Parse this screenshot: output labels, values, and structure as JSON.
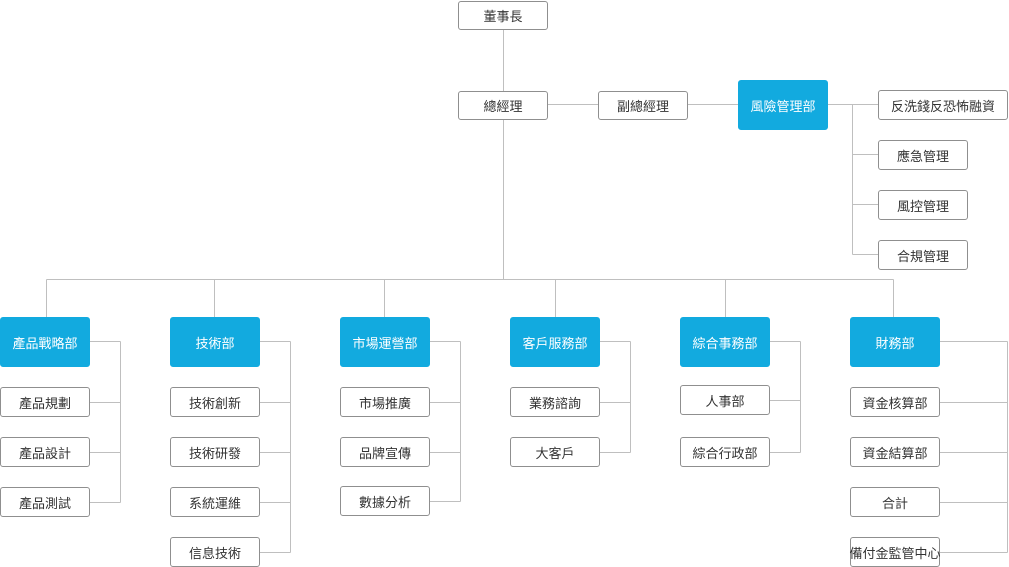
{
  "colors": {
    "accent": "#12aadf",
    "line": "#bfbfbf",
    "border": "#8f8f8f"
  },
  "top": {
    "chairman": "董事長",
    "gm": "總經理",
    "deputy_gm": "副總經理",
    "risk_dept": "風險管理部",
    "risk_items": [
      "反洗錢反恐怖融資",
      "應急管理",
      "風控管理",
      "合規管理"
    ]
  },
  "departments": [
    {
      "name": "產品戰略部",
      "items": [
        "產品規劃",
        "產品設計",
        "產品測試"
      ]
    },
    {
      "name": "技術部",
      "items": [
        "技術創新",
        "技術研發",
        "系統運維",
        "信息技術"
      ]
    },
    {
      "name": "市場運營部",
      "items": [
        "市場推廣",
        "品牌宣傳",
        "數據分析"
      ]
    },
    {
      "name": "客戶服務部",
      "items": [
        "業務諮詢",
        "大客戶"
      ]
    },
    {
      "name": "綜合事務部",
      "items": [
        "人事部",
        "綜合行政部"
      ]
    },
    {
      "name": "財務部",
      "items": [
        "資金核算部",
        "資金結算部",
        "合計",
        "備付金監管中心"
      ]
    }
  ]
}
